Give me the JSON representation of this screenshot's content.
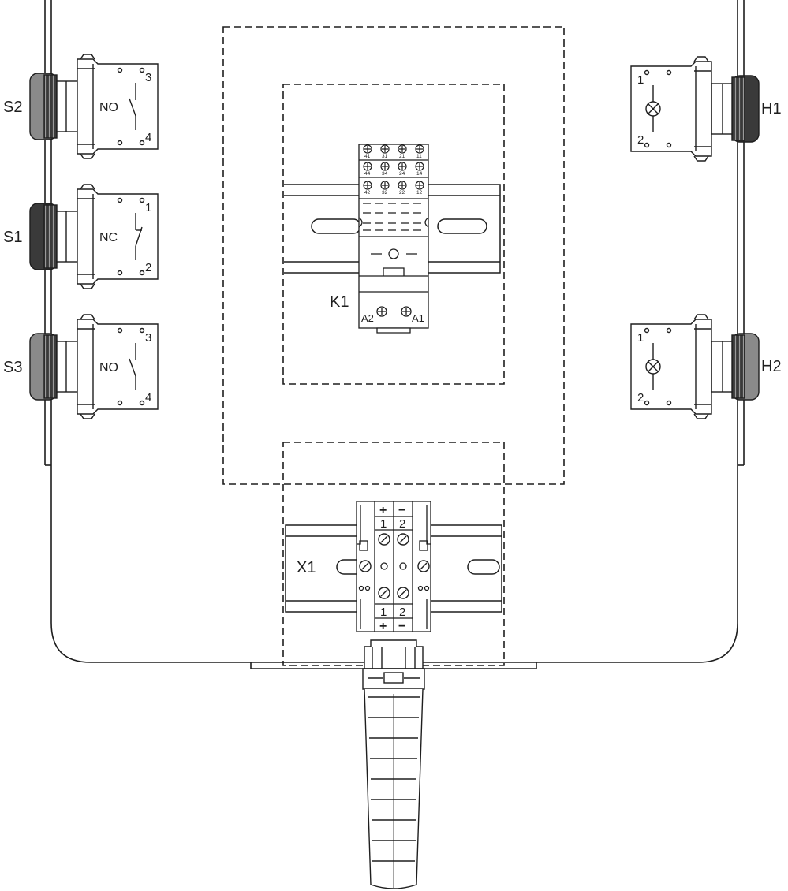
{
  "colors": {
    "line": "#1e1e1e",
    "background": "#ffffff",
    "button_dark": "#3a3a3a",
    "button_gray": "#8a8a8a",
    "ring": "#444444"
  },
  "left_devices": [
    {
      "tag": "S2",
      "contact_type": "NO",
      "top_terminal": "3",
      "bottom_terminal": "4",
      "button_color": "button_gray"
    },
    {
      "tag": "S1",
      "contact_type": "NC",
      "top_terminal": "1",
      "bottom_terminal": "2",
      "button_color": "button_dark"
    },
    {
      "tag": "S3",
      "contact_type": "NO",
      "top_terminal": "3",
      "bottom_terminal": "4",
      "button_color": "button_gray"
    }
  ],
  "right_devices": [
    {
      "tag": "H1",
      "top_terminal": "1",
      "bottom_terminal": "2",
      "lens_color": "button_dark"
    },
    {
      "tag": "H2",
      "top_terminal": "1",
      "bottom_terminal": "2",
      "lens_color": "button_gray"
    }
  ],
  "relay": {
    "tag": "K1",
    "socket_rows": [
      [
        "41",
        "31",
        "21",
        "11"
      ],
      [
        "44",
        "34",
        "24",
        "14"
      ],
      [
        "42",
        "32",
        "22",
        "12"
      ]
    ],
    "coil_left": "A2",
    "coil_right": "A1"
  },
  "terminal_block": {
    "tag": "X1",
    "terminals": [
      {
        "number": "1",
        "polarity": "+"
      },
      {
        "number": "2",
        "polarity": "−"
      }
    ]
  },
  "icons": [
    "pushbutton-icon",
    "pilot-lamp-icon",
    "relay-socket-icon",
    "din-rail-icon",
    "terminal-block-icon",
    "cable-gland-icon"
  ]
}
